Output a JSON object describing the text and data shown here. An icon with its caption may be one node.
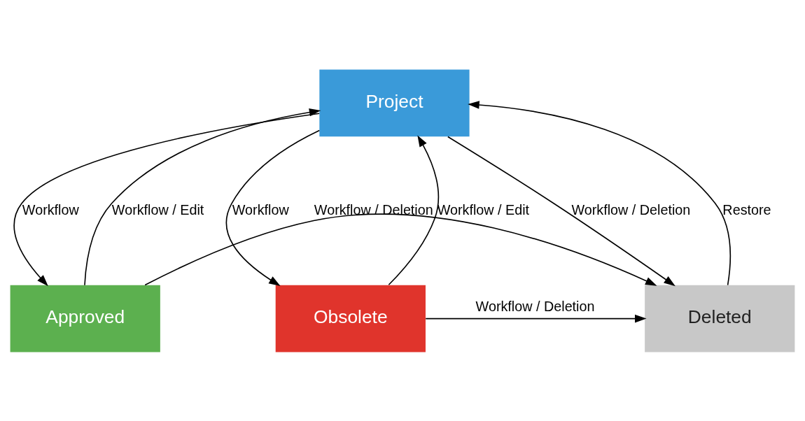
{
  "diagram": {
    "nodes": [
      {
        "text": [
          "Project"
        ]
      },
      {
        "text": [
          "Approved"
        ]
      },
      {
        "text": [
          "Obsolete"
        ]
      },
      {
        "text": [
          "Deleted"
        ]
      }
    ],
    "edges": [
      {
        "from": 1,
        "to": 0,
        "arrow": "to",
        "label": "Workflow / Edit"
      },
      {
        "from": 0,
        "to": 1,
        "arrow": "to",
        "label": "Workflow"
      },
      {
        "from": 2,
        "to": 0,
        "arrow": "to",
        "label": "Workflow / Edit"
      },
      {
        "from": 0,
        "to": 2,
        "arrow": "to",
        "label": "Workflow"
      },
      {
        "from": 0,
        "to": 3,
        "arrow": "to",
        "label": "Workflow / Deletion"
      },
      {
        "from": 3,
        "to": 0,
        "arrow": "to",
        "label": "Restore"
      },
      {
        "from": 2,
        "to": 3,
        "arrow": "to",
        "label": "Workflow / Deletion"
      },
      {
        "from": 1,
        "to": 3,
        "arrow": "to",
        "label": "Workflow / Deletion"
      }
    ]
  }
}
